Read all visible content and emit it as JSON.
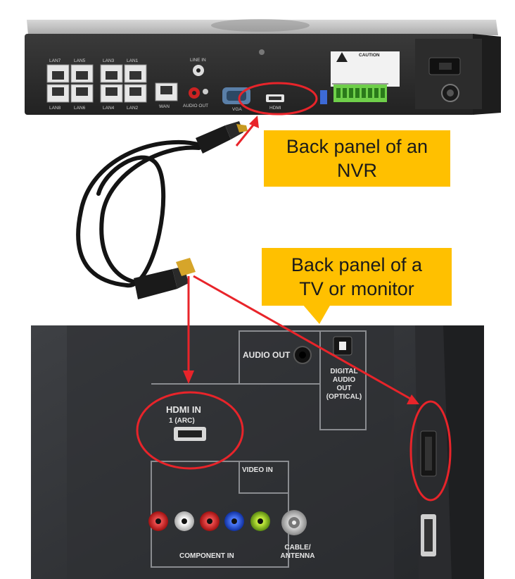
{
  "callouts": {
    "nvr": "Back panel of an\nNVR",
    "tv": "Back panel of a\nTV or monitor"
  },
  "nvr_panel": {
    "lan_labels_top": [
      "LAN7",
      "LAN5",
      "LAN3",
      "LAN1"
    ],
    "lan_labels_bottom": [
      "LAN8",
      "LAN6",
      "LAN4",
      "LAN2"
    ],
    "wan_label": "WAN",
    "line_in_label": "LINE IN",
    "audio_out_label": "AUDIO OUT",
    "vga_label": "VGA",
    "hdmi_label": "HDMI",
    "caution_label": "CAUTION"
  },
  "tv_panel": {
    "audio_out_label": "AUDIO OUT",
    "digital_audio_label": "DIGITAL\nAUDIO\nOUT\n(OPTICAL)",
    "hdmi_in_label": "HDMI IN",
    "hdmi_sub_label": "1 (ARC)",
    "video_in_label": "VIDEO IN",
    "component_in_label": "COMPONENT IN",
    "cable_antenna_label": "CABLE/\nANTENNA"
  },
  "colors": {
    "callout": "#ffc000",
    "highlight": "#e8242a"
  }
}
